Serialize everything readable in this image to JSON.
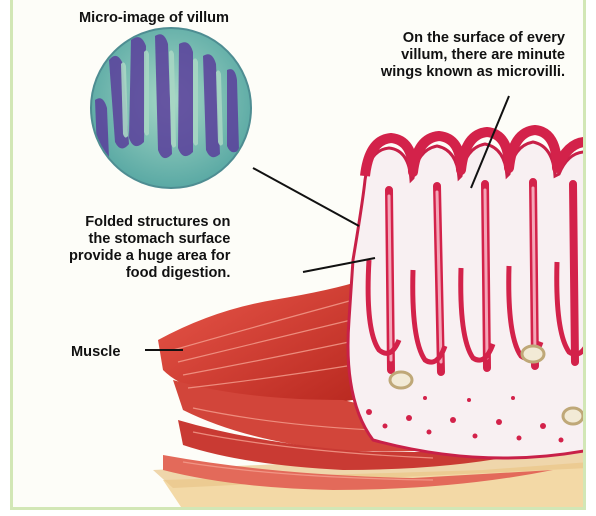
{
  "labels": {
    "micro_image": "Micro-image of villum",
    "microvilli": [
      "On the surface of every",
      "villum, there are minute",
      "wings known as microvilli."
    ],
    "folded": [
      "Folded structures on",
      "the stomach surface",
      "provide a huge area for",
      "food digestion."
    ],
    "muscle": "Muscle"
  },
  "colors": {
    "frame_border": "#d2e7b6",
    "micro_bg": "#6fb8b0",
    "micro_cells": "#6a4aa8",
    "villi_red": "#d3224a",
    "villi_pale": "#f7eef0",
    "muscle": "#cc3c32"
  }
}
